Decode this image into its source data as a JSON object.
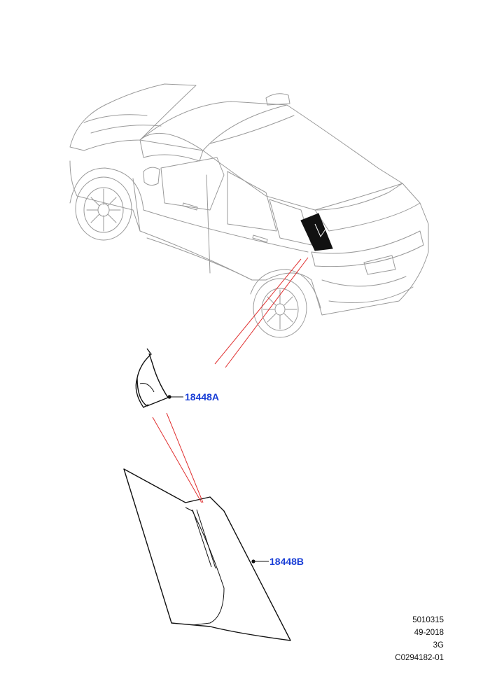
{
  "parts": [
    {
      "id": "18448A",
      "color": "#1a3fd6"
    },
    {
      "id": "18448B",
      "color": "#1a3fd6"
    }
  ],
  "leader_color": "#e03030",
  "meta_lines": [
    "5010315",
    "49-2018",
    "3G",
    "C0294182-01"
  ]
}
